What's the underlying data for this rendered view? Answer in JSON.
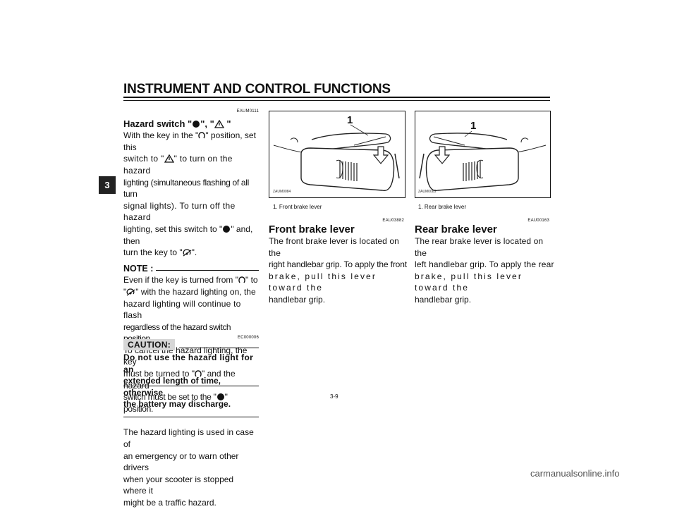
{
  "header": {
    "title": "INSTRUMENT AND CONTROL FUNCTIONS",
    "chapter_tab": "3"
  },
  "hazard": {
    "code": "EAUM0111",
    "title_prefix": "Hazard switch \"",
    "title_mid": "\", \"",
    "title_end": " \"",
    "p1_a": "With the key in the \"",
    "p1_b": "\" position, set this",
    "p2_a": "switch to \"",
    "p2_b": "\" to turn on the hazard",
    "p3": "lighting (simultaneous flashing of all turn",
    "p4": "signal lights). To turn off the hazard",
    "p5_a": "lighting, set this switch to \"",
    "p5_b": "\" and, then",
    "p6_a": "turn the key to \"",
    "p6_b": "\"."
  },
  "note": {
    "label": "NOTE :",
    "l1_a": "Even if the key is turned from \"",
    "l1_b": "\" to",
    "l2_a": "\"",
    "l2_b": "\" with the hazard lighting on, the",
    "l3": "hazard lighting will continue to flash",
    "l4": "regardless of the hazard switch position.",
    "l5": "To cancel the hazard lighting, the key",
    "l6_a": "must be turned to \"",
    "l6_b": "\" and the hazard",
    "l7_a": "switch must be set to the \"",
    "l7_b": "\" position."
  },
  "usage": {
    "l1": "The hazard lighting is used in case of",
    "l2": "an emergency or to warn other drivers",
    "l3": "when your scooter is stopped where it",
    "l4": "might be a traffic hazard."
  },
  "caution": {
    "code": "EC000006",
    "label": "CAUTION:",
    "l1": "Do not use the hazard light for an",
    "l2": "extended length of time, otherwise",
    "l3": "the battery may discharge."
  },
  "front": {
    "fig_number": "1",
    "fig_code": "ZAUM0084",
    "caption": "1.  Front brake lever",
    "code": "EAU03882",
    "title": "Front brake lever",
    "l1": "The front brake lever is located on the",
    "l2": "right handlebar grip. To apply the front",
    "l3": "brake, pull this lever toward the",
    "l4": "handlebar grip."
  },
  "rear": {
    "fig_number": "1",
    "fig_code": "ZAUM0085",
    "caption": "1.  Rear brake lever",
    "code": "EAU00163",
    "title": "Rear brake lever",
    "l1": "The rear brake lever is located on the",
    "l2": "left handlebar grip. To apply the rear",
    "l3": "brake, pull this lever toward the",
    "l4": "handlebar grip."
  },
  "footer": {
    "page_number": "3-9"
  },
  "watermark": "carmanualsonline.info",
  "icons": {
    "dot": "filled-circle-icon",
    "triangle": "warning-triangle-icon",
    "key_on": "key-on-icon",
    "key_lock": "key-lock-icon"
  }
}
